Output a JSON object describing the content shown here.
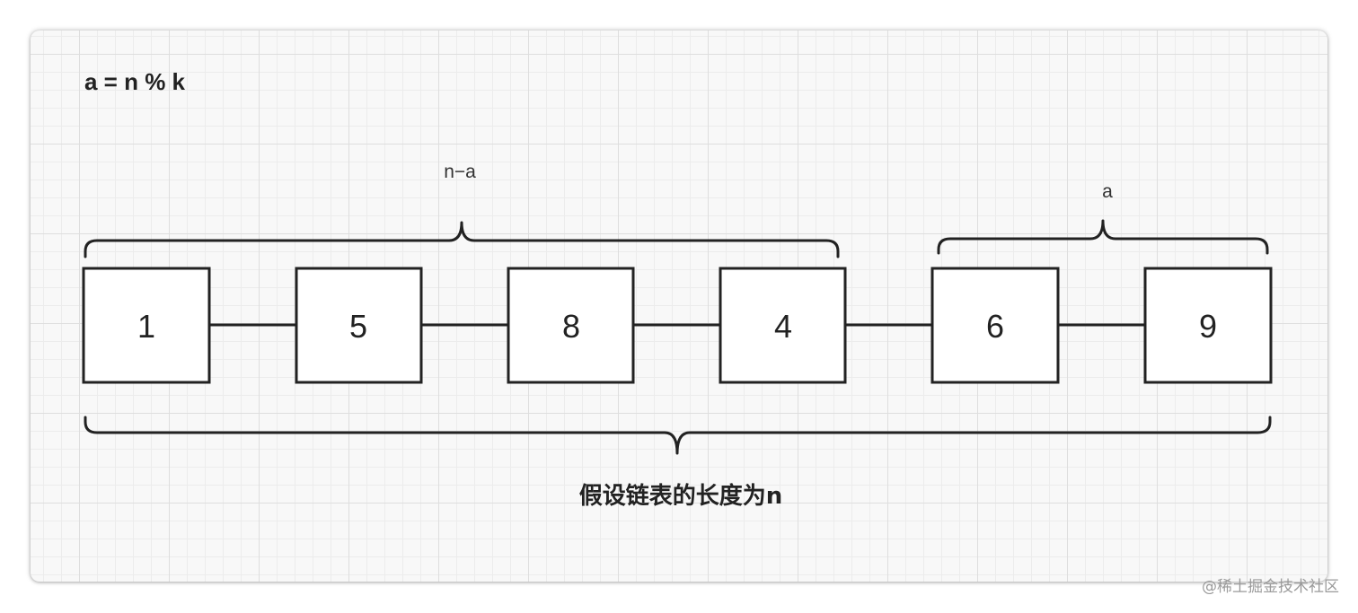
{
  "formula": "a = n % k",
  "braces": {
    "top_left_label": "n−a",
    "top_right_label": "a",
    "bottom_caption": "假设链表的长度为n"
  },
  "nodes": [
    "1",
    "5",
    "8",
    "4",
    "6",
    "9"
  ],
  "watermark": "@稀土掘金技术社区",
  "colors": {
    "stroke": "#222222",
    "node_fill": "#ffffff",
    "grid": "#dedede"
  }
}
